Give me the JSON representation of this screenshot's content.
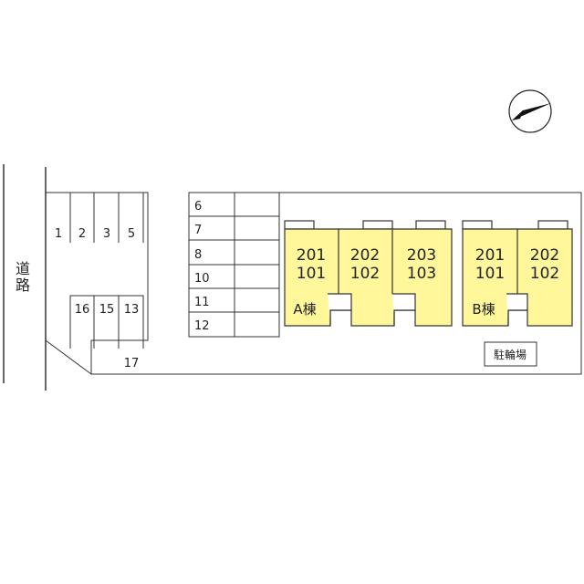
{
  "road_label": [
    "道",
    "路"
  ],
  "parking_spaces": {
    "top_row": [
      "1",
      "2",
      "3",
      "5"
    ],
    "bottom_row": [
      "16",
      "15",
      "13"
    ],
    "corner": "17",
    "column": [
      "6",
      "7",
      "8",
      "10",
      "11",
      "12"
    ]
  },
  "buildings": [
    {
      "name": "A棟",
      "units": [
        {
          "upper": "201",
          "lower": "101"
        },
        {
          "upper": "202",
          "lower": "102"
        },
        {
          "upper": "203",
          "lower": "103"
        }
      ]
    },
    {
      "name": "B棟",
      "units": [
        {
          "upper": "201",
          "lower": "101"
        },
        {
          "upper": "202",
          "lower": "102"
        }
      ]
    }
  ],
  "bicycle_parking": "駐輪場",
  "colors": {
    "building_fill": "#fff799",
    "line": "#333333",
    "compass": "#111111"
  },
  "north_arrow_icon": "compass-icon"
}
